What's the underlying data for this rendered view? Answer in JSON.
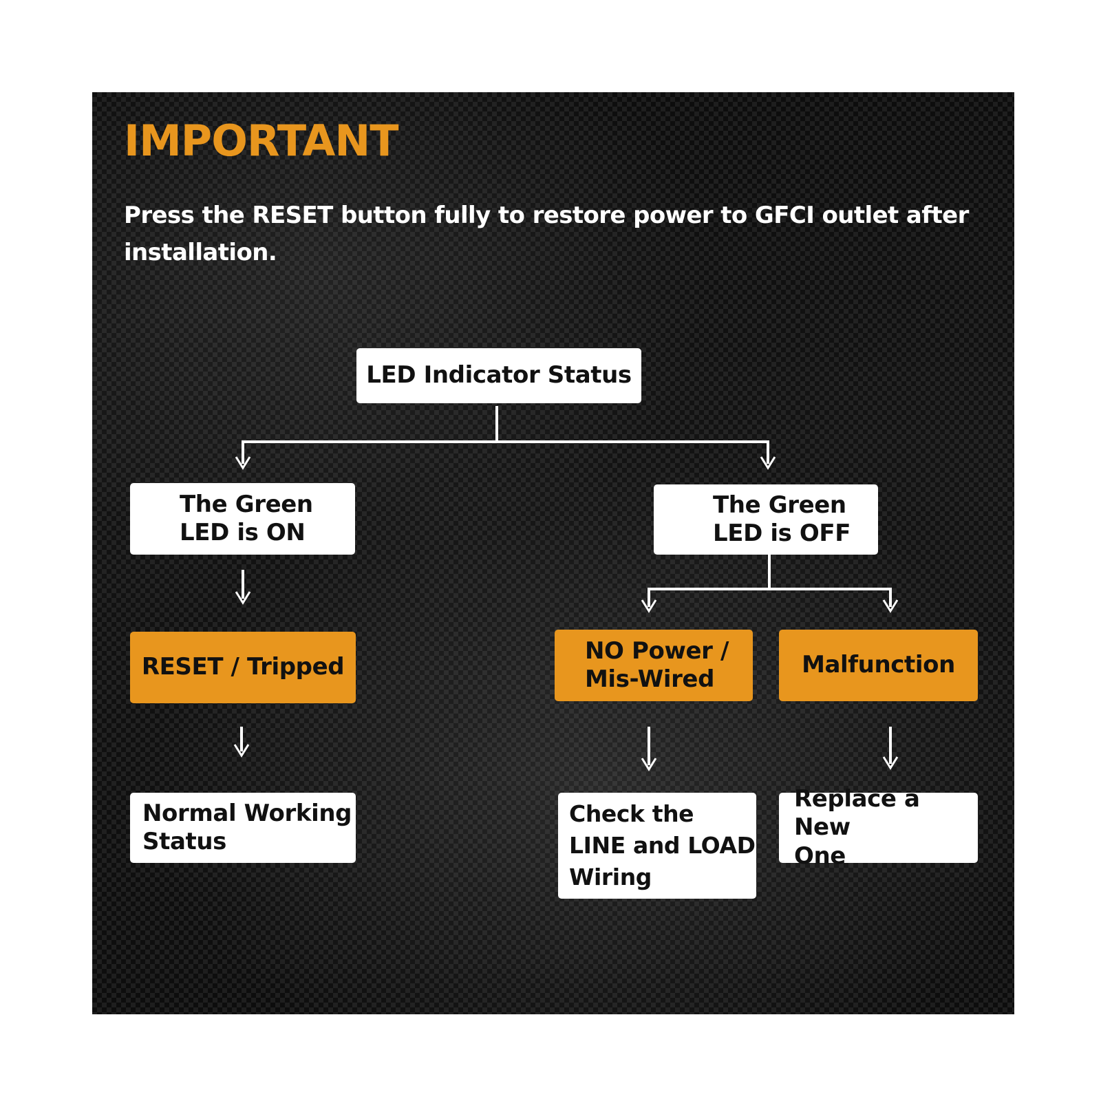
{
  "colors": {
    "accent": "#E8961E",
    "node_white": "#FFFFFF",
    "connector": "#FFFFFF",
    "text_dark": "#111111",
    "text_light": "#FFFFFF"
  },
  "heading": "IMPORTANT",
  "lead": "Press the RESET button fully to restore power to GFCI outlet after installation.",
  "diagram": {
    "root": "LED Indicator Status",
    "green_on": "The Green\nLED is ON",
    "green_off": "The Green\nLED is OFF",
    "reset_tripped": "RESET / Tripped",
    "no_power": "NO Power /\nMis-Wired",
    "malfunction": "Malfunction",
    "normal_status": "Normal Working\nStatus",
    "check_wiring": "Check the\nLINE and LOAD\nWiring",
    "replace": "Replace a New\nOne"
  }
}
